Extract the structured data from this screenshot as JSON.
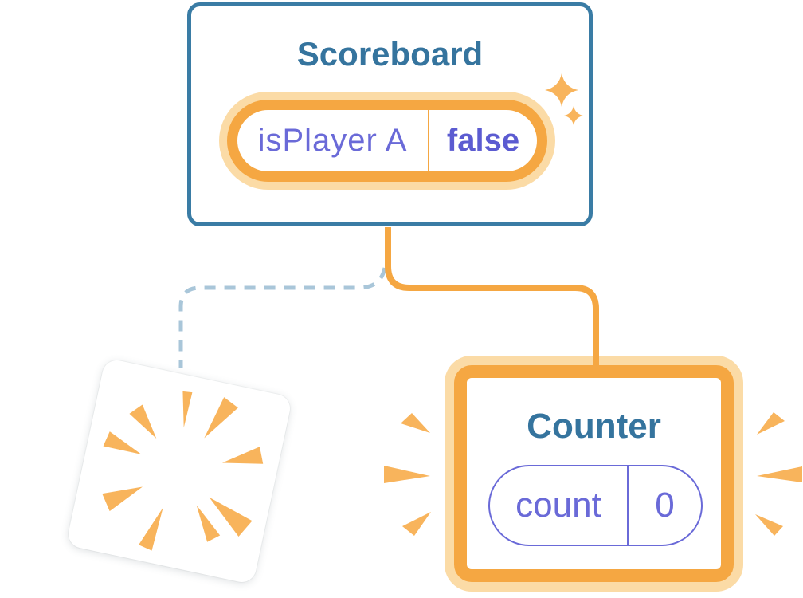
{
  "colors": {
    "pageBg": "#FFFFFF",
    "cardBg": "#FFFFFF",
    "cardBorderBlue": "#3A7CA5",
    "titleBlue": "#35749E",
    "orangeStrong": "#F5A742",
    "orangeLight": "#FBDBA6",
    "orangeBurst": "#F8B45C",
    "purpleLabel": "#6A6AD8",
    "purpleValue": "#5B5BD1",
    "dashBlue": "#A9C6D9"
  },
  "scoreboard": {
    "title": "Scoreboard",
    "state": {
      "label": "isPlayer A",
      "value": "false"
    }
  },
  "counter": {
    "title": "Counter",
    "state": {
      "label": "count",
      "value": "0"
    }
  },
  "icons": {
    "sparkles": "sparkle-stars",
    "burst": "explosion-burst",
    "emphasis_left": "emphasis-marks-left",
    "emphasis_right": "emphasis-marks-right",
    "solid_connector": "kept-branch-connector",
    "dashed_connector": "removed-branch-connector"
  }
}
